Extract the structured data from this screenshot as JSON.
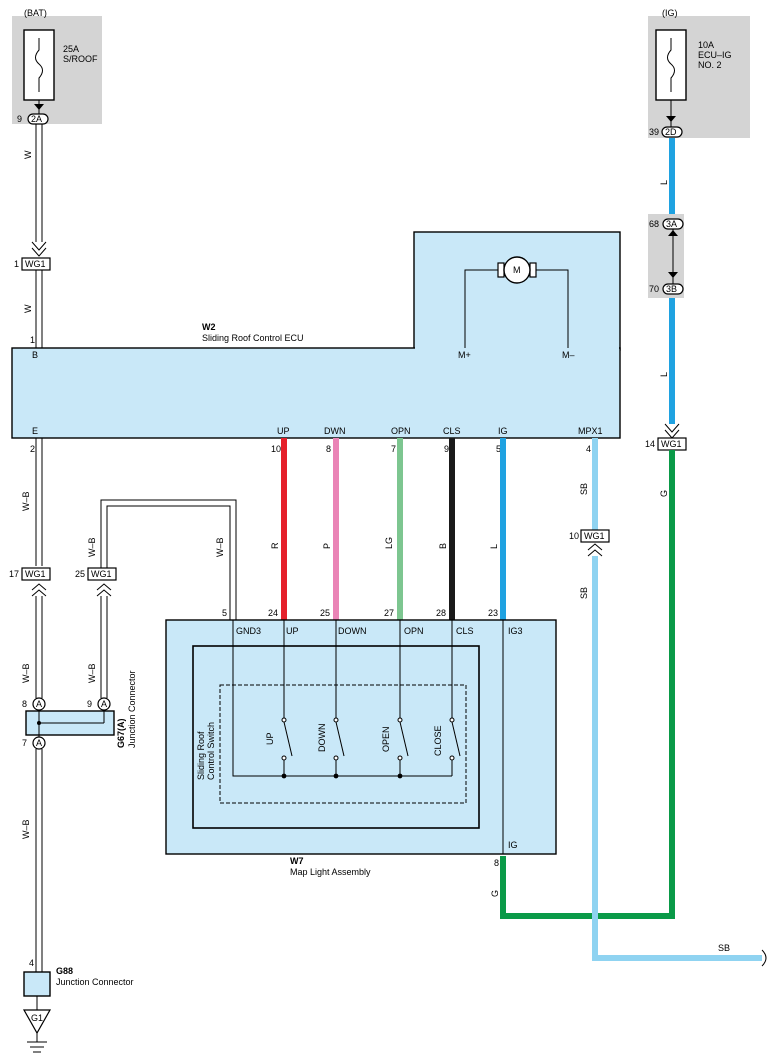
{
  "power": {
    "bat_label": "(BAT)",
    "bat_fuse_rating": "25A",
    "bat_fuse_name": "S/ROOF",
    "bat_pin": "9",
    "bat_conn": "2A",
    "ig_label": "(IG)",
    "ig_fuse_rating": "10A",
    "ig_fuse_name_1": "ECU–IG",
    "ig_fuse_name_2": "NO. 2",
    "ig_pin": "39",
    "ig_conn": "2D"
  },
  "relay_conn": {
    "pin_a": "68",
    "conn_a": "3A",
    "pin_b": "70",
    "conn_b": "3B"
  },
  "wg1_connectors": [
    {
      "pin": "1",
      "label": "WG1"
    },
    {
      "pin": "14",
      "label": "WG1"
    },
    {
      "pin": "10",
      "label": "WG1"
    },
    {
      "pin": "17",
      "label": "WG1"
    },
    {
      "pin": "25",
      "label": "WG1"
    }
  ],
  "w2": {
    "id": "W2",
    "name": "Sliding Roof Control ECU",
    "pin_b": "B",
    "pin_b_no": "1",
    "pin_e": "E",
    "pin_e_no": "2",
    "motor_label": "M",
    "m_plus": "M+",
    "m_minus": "M–",
    "pins": [
      {
        "name": "UP",
        "no": "10",
        "wire": "R",
        "color": "#e5202a"
      },
      {
        "name": "DWN",
        "no": "8",
        "wire": "P",
        "color": "#ea84b6"
      },
      {
        "name": "OPN",
        "no": "7",
        "wire": "LG",
        "color": "#7dc690"
      },
      {
        "name": "CLS",
        "no": "9",
        "wire": "B",
        "color": "#1a1a1a"
      },
      {
        "name": "IG",
        "no": "5",
        "wire": "L",
        "color": "#1fa2e1"
      },
      {
        "name": "MPX1",
        "no": "4",
        "wire": "SB",
        "color": "#8fd3f1"
      }
    ]
  },
  "w7": {
    "id": "W7",
    "name": "Map Light Assembly",
    "switch_name_1": "Sliding Roof",
    "switch_name_2": "Control Switch",
    "pins": [
      {
        "name": "GND3",
        "no": "5"
      },
      {
        "name": "UP",
        "no": "24"
      },
      {
        "name": "DOWN",
        "no": "25"
      },
      {
        "name": "OPN",
        "no": "27"
      },
      {
        "name": "CLS",
        "no": "28"
      },
      {
        "name": "IG3",
        "no": "23"
      }
    ],
    "ig_pin": "IG",
    "ig_pin_no": "8",
    "switches": [
      "UP",
      "DOWN",
      "OPEN",
      "CLOSE"
    ]
  },
  "wires": {
    "w_top": "W",
    "w_mid": "W",
    "l_top": "L",
    "l_mid": "L",
    "g_right": "G",
    "g_bottom": "G",
    "wb_a": "W–B",
    "wb_b": "W–B",
    "wb_c": "W–B",
    "wb_d": "W–B",
    "wb_e": "W–B",
    "sb_bottom": "SB",
    "sb_mid": "SB",
    "sb_upper": "SB"
  },
  "g67": {
    "id": "G67(A)",
    "name": "Junction Connector",
    "pin_8": "8",
    "pin_9": "9",
    "pin_7": "7",
    "letter": "A"
  },
  "g88": {
    "id": "G88",
    "name": "Junction Connector",
    "pin": "4"
  },
  "ground": {
    "label": "G1"
  },
  "colors": {
    "box_fill": "#c9e8f8",
    "wire_l": "#1fa2e1",
    "wire_g": "#0a9a48",
    "wire_sb": "#8fd3f1"
  }
}
